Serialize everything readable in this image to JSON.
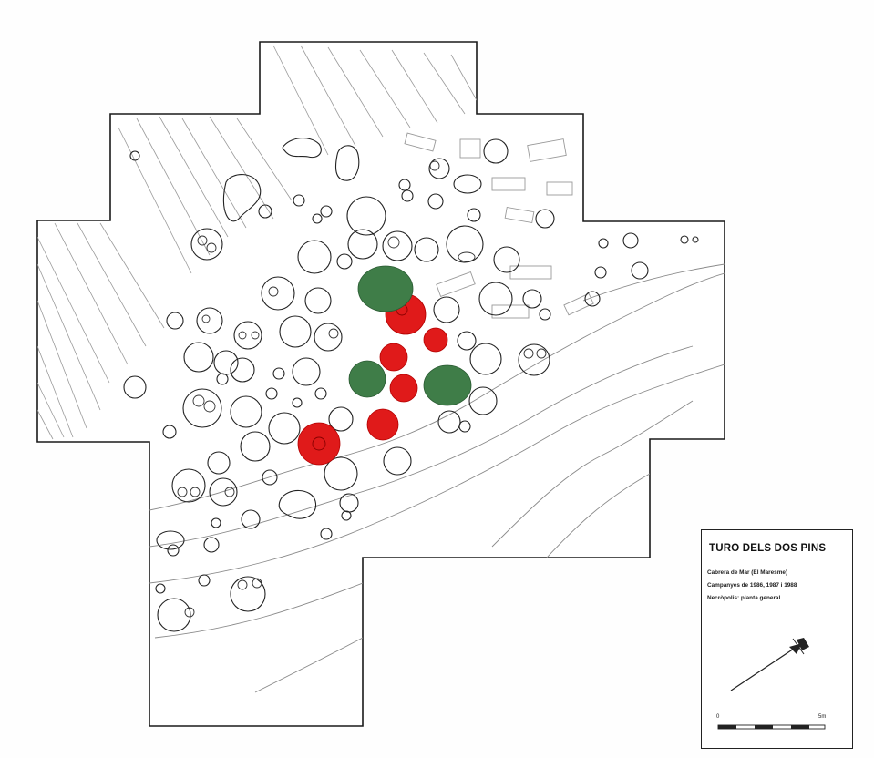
{
  "map": {
    "site_title": "TURO DELS DOS PINS",
    "location": "Cabrera de Mar (El Maresme)",
    "campaigns": "Campanyes de 1986, 1987 i 1988",
    "subject": "Necròpolis: planta general",
    "scale": {
      "start_label": "0",
      "end_label": "5m"
    }
  },
  "colors": {
    "outline": "#1a1a1a",
    "highlight_red": "#e01a1a",
    "highlight_green": "#3f7d48"
  },
  "icons": {
    "north_arrow": "north-arrow-icon"
  }
}
